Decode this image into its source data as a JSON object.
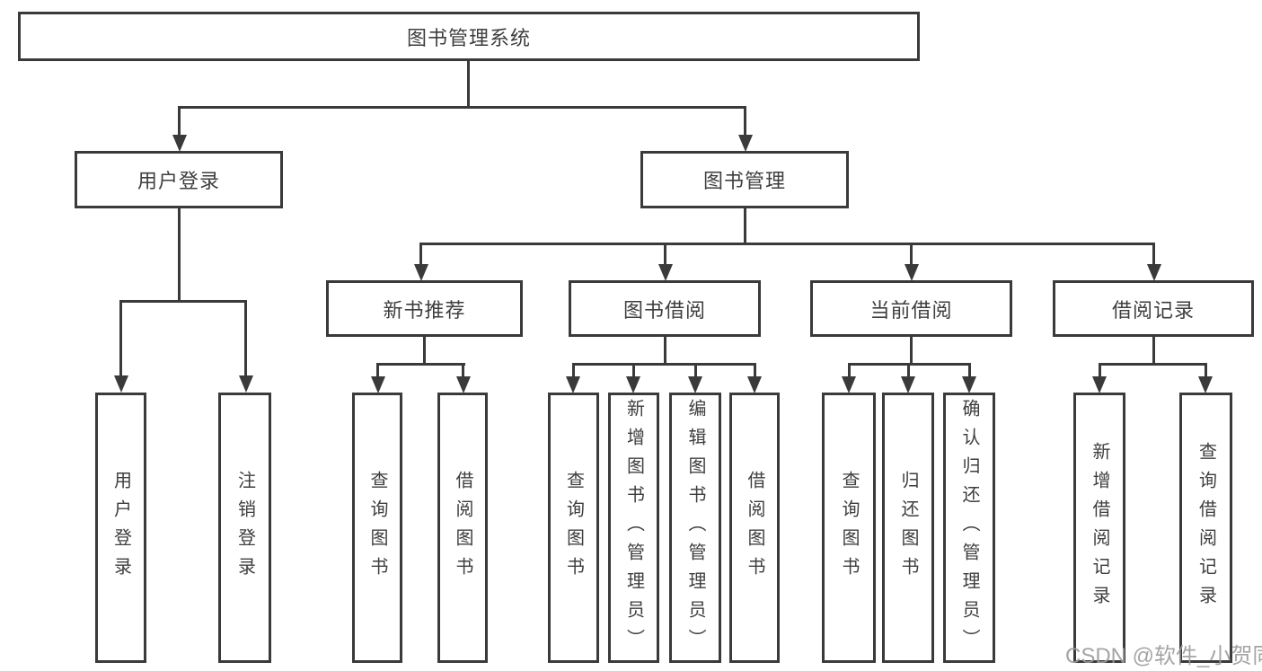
{
  "tree": {
    "root": {
      "label": "图书管理系统",
      "children": [
        {
          "label": "用户登录",
          "children": [
            {
              "label": "用户登录"
            },
            {
              "label": "注销登录"
            }
          ]
        },
        {
          "label": "图书管理",
          "children": [
            {
              "label": "新书推荐",
              "children": [
                {
                  "label": "查询图书"
                },
                {
                  "label": "借阅图书"
                }
              ]
            },
            {
              "label": "图书借阅",
              "children": [
                {
                  "label": "查询图书"
                },
                {
                  "label": "新增图书（管理员）"
                },
                {
                  "label": "编辑图书（管理员）"
                },
                {
                  "label": "借阅图书"
                }
              ]
            },
            {
              "label": "当前借阅",
              "children": [
                {
                  "label": "查询图书"
                },
                {
                  "label": "归还图书"
                },
                {
                  "label": "确认归还（管理员）"
                }
              ]
            },
            {
              "label": "借阅记录",
              "children": [
                {
                  "label": "新增借阅记录"
                },
                {
                  "label": "查询借阅记录"
                }
              ]
            }
          ]
        }
      ]
    }
  },
  "watermark": {
    "text": "CSDN @软件_小贺同学"
  },
  "colors": {
    "line": "#3a3a3a",
    "text": "#3e3e3e",
    "watermark": "#9b9b9b",
    "background": "#ffffff"
  }
}
